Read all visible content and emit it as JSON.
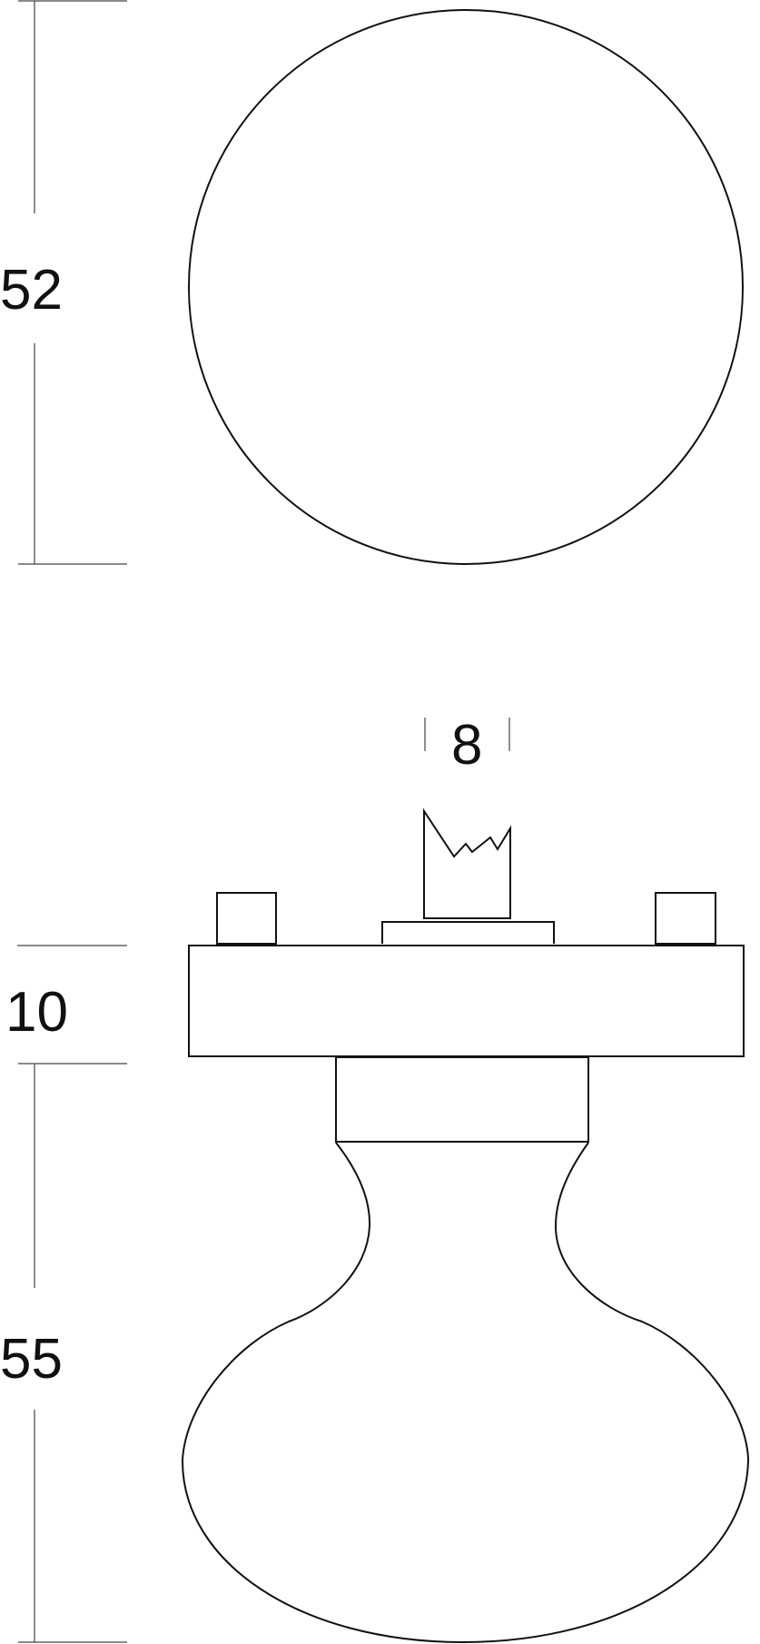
{
  "drawing": {
    "subject": "door knob technical drawing",
    "views": [
      "front view",
      "side view"
    ],
    "stroke_color": "#111111",
    "dimension_color": "#444444",
    "background": "#ffffff"
  },
  "dimensions": {
    "diameter": "52",
    "spindle_width": "8",
    "rose_thickness": "10",
    "knob_projection": "55"
  }
}
